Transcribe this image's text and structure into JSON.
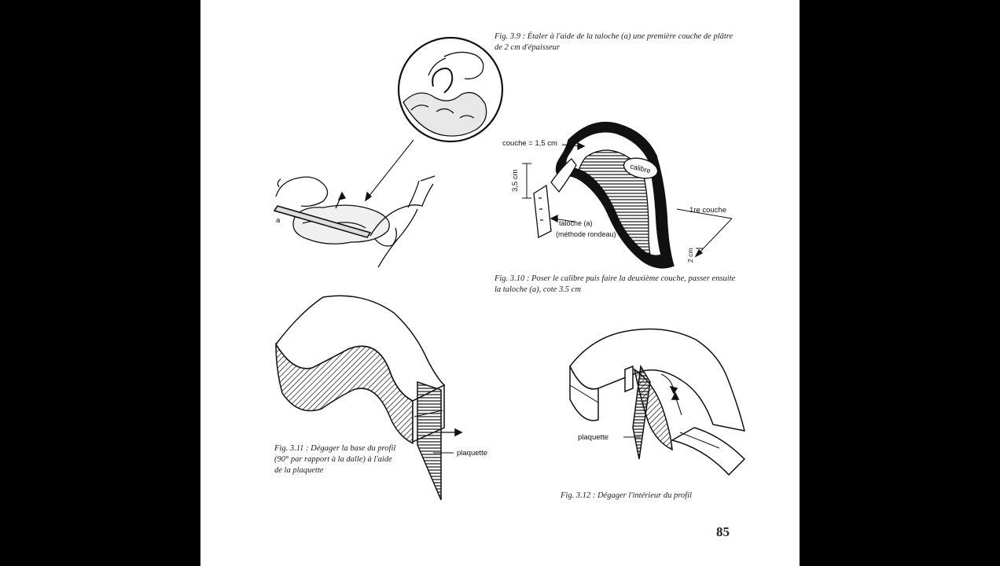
{
  "page": {
    "page_number": "85"
  },
  "fig39": {
    "caption": "Fig. 3.9 : Étaler à l'aide de la taloche (a) une première couche de plâtre de 2 cm d'épaisseur",
    "label_a": "a"
  },
  "fig310": {
    "caption": "Fig. 3.10 : Poser le calibre puis faire la deuxième couche, passer ensuite la taloche (a), cote 3.5 cm",
    "label_couche": "couche = 1,5 cm",
    "label_dim": "3,5 cm",
    "label_calibre": "calibre",
    "label_taloche_1": "taloche (a)",
    "label_taloche_2": "(méthode rondeau)",
    "label_premiere": "1re couche",
    "label_2cm": "2 cm"
  },
  "fig311": {
    "caption": "Fig. 3.11 : Dégager la base du profil (90° par rapport à la dalle) à l'aide de la plaquette",
    "label_plaquette": "plaquette"
  },
  "fig312": {
    "caption": "Fig. 3.12 : Dégager l'intérieur du profil",
    "label_plaquette": "plaquette"
  }
}
